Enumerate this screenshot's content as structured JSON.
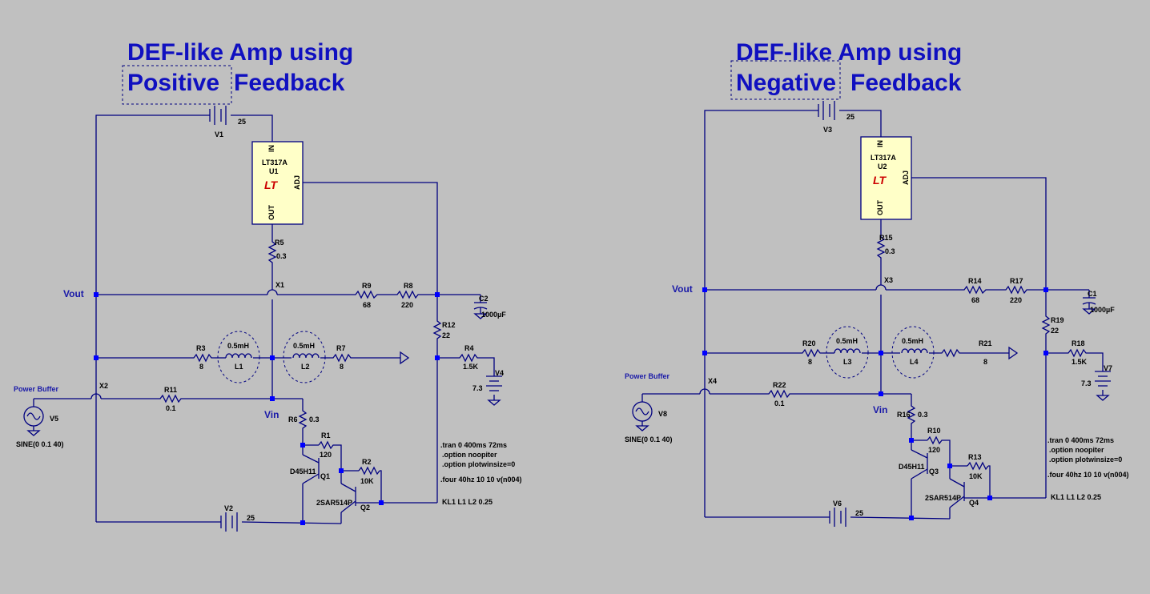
{
  "circuits": [
    {
      "title_line1": "DEF-like Amp using",
      "title_line2_box": "Positive",
      "title_line2_rest": "Feedback",
      "net_vout": "Vout",
      "net_vin": "Vin",
      "net_power_buffer": "Power Buffer",
      "crossings": [
        "X1",
        "X2"
      ],
      "regulator": {
        "part": "LT317A",
        "ref": "U1",
        "pin_in": "IN",
        "pin_out": "OUT",
        "pin_adj": "ADJ"
      },
      "sources": [
        {
          "ref": "V1",
          "value": "25"
        },
        {
          "ref": "V2",
          "value": "25"
        },
        {
          "ref": "V4",
          "value": "7.3"
        },
        {
          "ref": "V5",
          "value": "SINE(0 0.1 40)"
        }
      ],
      "resistors": [
        {
          "ref": "R5",
          "value": "0.3"
        },
        {
          "ref": "R9",
          "value": "68"
        },
        {
          "ref": "R8",
          "value": "220"
        },
        {
          "ref": "R12",
          "value": "22"
        },
        {
          "ref": "R3",
          "value": "8"
        },
        {
          "ref": "R7",
          "value": "8"
        },
        {
          "ref": "R4",
          "value": "1.5K"
        },
        {
          "ref": "R11",
          "value": "0.1"
        },
        {
          "ref": "R6",
          "value": "0.3"
        },
        {
          "ref": "R1",
          "value": "120"
        },
        {
          "ref": "R2",
          "value": "10K"
        }
      ],
      "inductors": [
        {
          "ref": "L1",
          "value": "0.5mH"
        },
        {
          "ref": "L2",
          "value": "0.5mH"
        }
      ],
      "capacitor": {
        "ref": "C2",
        "value": "1000µF"
      },
      "transistors": [
        {
          "ref": "Q1",
          "part": "D45H11"
        },
        {
          "ref": "Q2",
          "part": "2SAR514P"
        }
      ],
      "directives": [
        ".tran 0 400ms 72ms",
        ".option noopiter",
        ".option plotwinsize=0",
        ".four 40hz 10 10 v(n004)",
        "KL1 L1 L2 0.25"
      ]
    },
    {
      "title_line1": "DEF-like Amp using",
      "title_line2_box": "Negative",
      "title_line2_rest": "Feedback",
      "net_vout": "Vout",
      "net_vin": "Vin",
      "net_power_buffer": "Power Buffer",
      "crossings": [
        "X3",
        "X4"
      ],
      "regulator": {
        "part": "LT317A",
        "ref": "U2",
        "pin_in": "IN",
        "pin_out": "OUT",
        "pin_adj": "ADJ"
      },
      "sources": [
        {
          "ref": "V3",
          "value": "25"
        },
        {
          "ref": "V6",
          "value": "25"
        },
        {
          "ref": "V7",
          "value": "7.3"
        },
        {
          "ref": "V8",
          "value": "SINE(0 0.1 40)"
        }
      ],
      "resistors": [
        {
          "ref": "R15",
          "value": "0.3"
        },
        {
          "ref": "R14",
          "value": "68"
        },
        {
          "ref": "R17",
          "value": "220"
        },
        {
          "ref": "R19",
          "value": "22"
        },
        {
          "ref": "R20",
          "value": "8"
        },
        {
          "ref": "R21",
          "value": "8"
        },
        {
          "ref": "R18",
          "value": "1.5K"
        },
        {
          "ref": "R22",
          "value": "0.1"
        },
        {
          "ref": "R16",
          "value": "0.3"
        },
        {
          "ref": "R10",
          "value": "120"
        },
        {
          "ref": "R13",
          "value": "10K"
        }
      ],
      "inductors": [
        {
          "ref": "L3",
          "value": "0.5mH"
        },
        {
          "ref": "L4",
          "value": "0.5mH"
        }
      ],
      "capacitor": {
        "ref": "C1",
        "value": "1000µF"
      },
      "transistors": [
        {
          "ref": "Q3",
          "part": "D45H11"
        },
        {
          "ref": "Q4",
          "part": "2SAR514P"
        }
      ],
      "directives": [
        ".tran 0 400ms 72ms",
        ".option noopiter",
        ".option plotwinsize=0",
        ".four 40hz 10 10 v(n004)",
        "KL1 L1 L2 0.25"
      ]
    }
  ]
}
